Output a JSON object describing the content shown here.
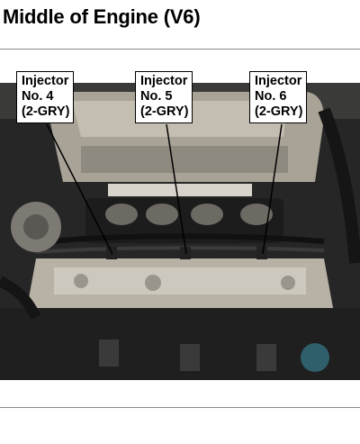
{
  "title": "Middle of Engine (V6)",
  "callouts": [
    {
      "lines": [
        "Injector",
        "No. 4",
        "(2-GRY)"
      ]
    },
    {
      "lines": [
        "Injector",
        "No. 5",
        "(2-GRY)"
      ]
    },
    {
      "lines": [
        "Injector",
        "No. 6",
        "(2-GRY)"
      ]
    }
  ],
  "colors": {
    "engine_dark": "#2a2a2a",
    "engine_metal": "#b8b2a6",
    "gasket": "#1c1c1c"
  }
}
